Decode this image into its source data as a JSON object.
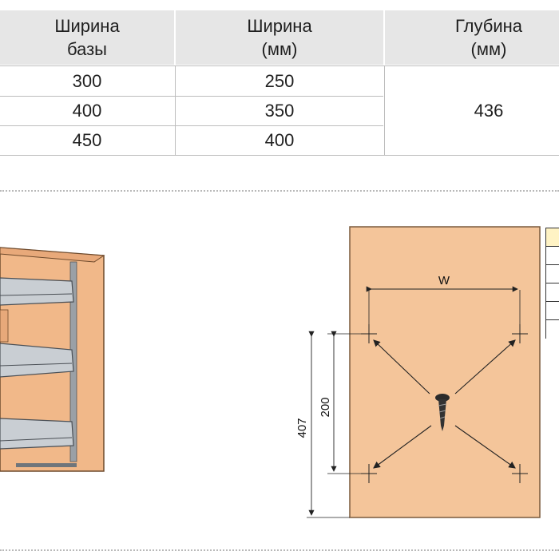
{
  "table": {
    "headers": [
      "Ширина\nбазы",
      "Ширина\n(мм)",
      "Глубина\n(мм)"
    ],
    "rows": [
      [
        "300",
        "250"
      ],
      [
        "400",
        "350"
      ],
      [
        "450",
        "400"
      ]
    ],
    "depth_value": "436"
  },
  "diagram": {
    "width_label": "W",
    "dim_outer": "407",
    "dim_inner": "200"
  },
  "colors": {
    "header_bg": "#e6e6e6",
    "panel_fill": "#f4c59a",
    "panel_stroke": "#7a5a3c"
  }
}
